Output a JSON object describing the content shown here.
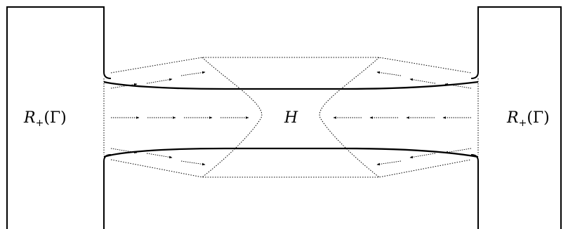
{
  "labels": {
    "left_region": {
      "main": "R",
      "sub": "+",
      "arg": "(Γ)"
    },
    "center_region": "H",
    "right_region": {
      "main": "R",
      "sub": "+",
      "arg": "(Γ)"
    }
  },
  "colors": {
    "stroke": "#000000",
    "background": "#ffffff"
  }
}
